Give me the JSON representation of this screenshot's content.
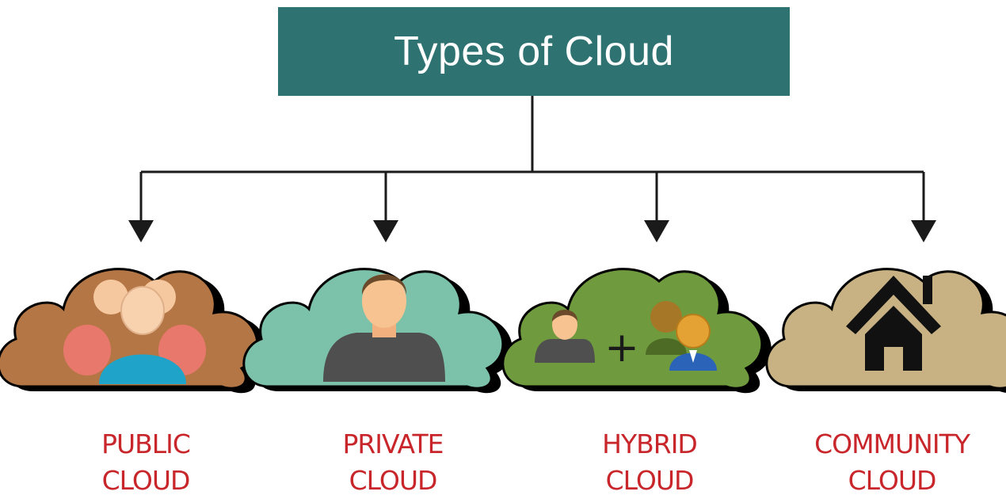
{
  "title": "Types of Cloud",
  "colors": {
    "title_background": "#2f7272",
    "title_text": "#ffffff",
    "label_text": "#c8262b",
    "connector": "#1a1a1a",
    "public_cloud": "#b47645",
    "private_cloud": "#7cc2aa",
    "hybrid_cloud": "#6f9a3e",
    "community_cloud": "#c8b283",
    "cloud_shadow": "#000000"
  },
  "clouds": [
    {
      "line1": "PUBLIC",
      "line2": "CLOUD",
      "icon": "group-of-people-icon"
    },
    {
      "line1": "PRIVATE",
      "line2": "CLOUD",
      "icon": "single-person-icon"
    },
    {
      "line1": "HYBRID",
      "line2": "CLOUD",
      "icon": "person-plus-group-icon",
      "operator": "+"
    },
    {
      "line1": "COMMUNITY",
      "line2": "CLOUD",
      "icon": "house-icon"
    }
  ]
}
